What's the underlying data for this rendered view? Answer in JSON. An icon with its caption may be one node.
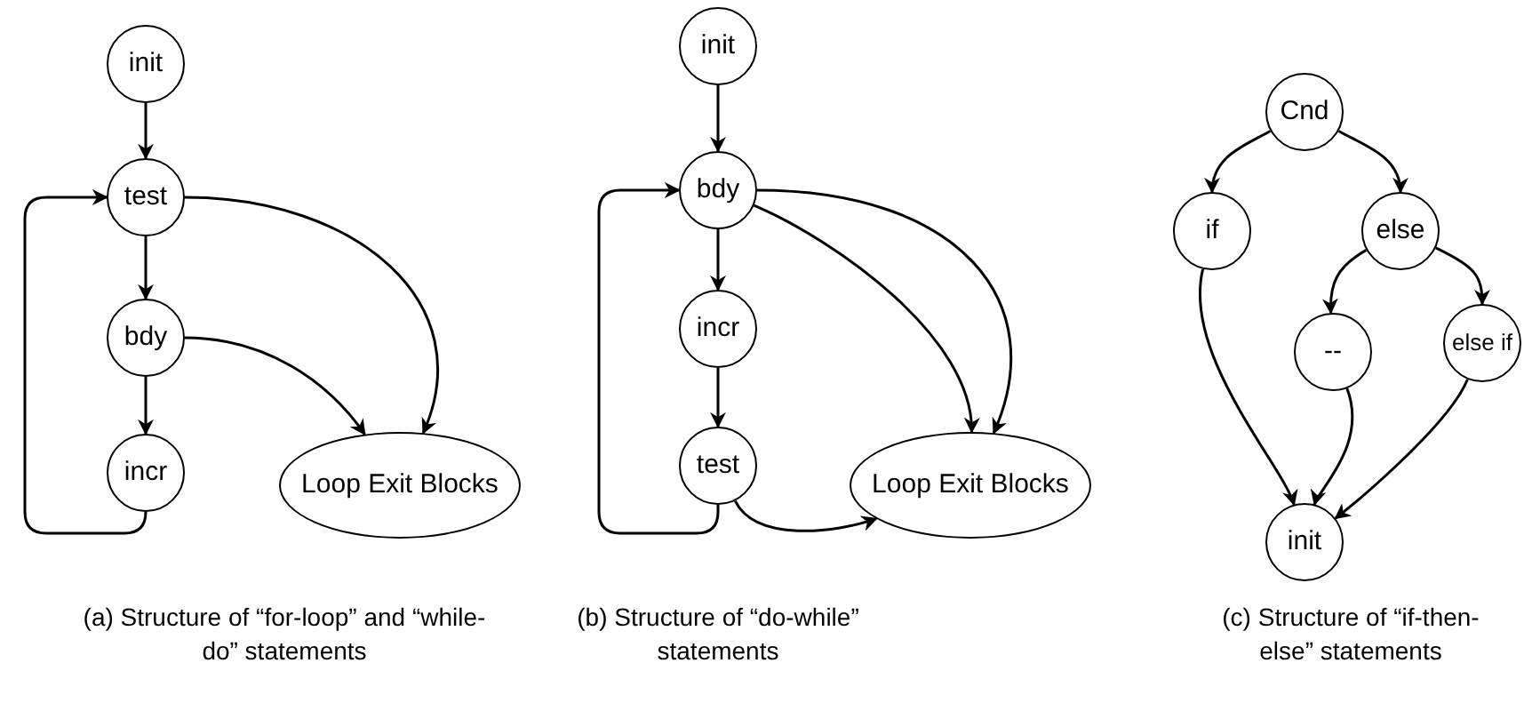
{
  "diagram": {
    "nodes": [
      {
        "text": [
          "init"
        ]
      },
      {
        "text": [
          "test"
        ]
      },
      {
        "text": [
          "bdy"
        ]
      },
      {
        "text": [
          "incr"
        ]
      },
      {
        "text": [
          "Loop Exit Blocks"
        ]
      },
      {
        "text": [
          "init"
        ]
      },
      {
        "text": [
          "bdy"
        ]
      },
      {
        "text": [
          "incr"
        ]
      },
      {
        "text": [
          "test"
        ]
      },
      {
        "text": [
          "Loop Exit Blocks"
        ]
      },
      {
        "text": [
          "Cnd"
        ]
      },
      {
        "text": [
          "if"
        ]
      },
      {
        "text": [
          "else"
        ]
      },
      {
        "text": [
          "--"
        ]
      },
      {
        "text": [
          "else if"
        ]
      },
      {
        "text": [
          "init"
        ]
      }
    ],
    "edges": [
      {
        "from": 0,
        "to": 1,
        "arrow": "to"
      },
      {
        "from": 1,
        "to": 2,
        "arrow": "to"
      },
      {
        "from": 2,
        "to": 3,
        "arrow": "to"
      },
      {
        "from": 3,
        "to": 1,
        "arrow": "to"
      },
      {
        "from": 1,
        "to": 4,
        "arrow": "to"
      },
      {
        "from": 2,
        "to": 4,
        "arrow": "to"
      },
      {
        "from": 5,
        "to": 6,
        "arrow": "to"
      },
      {
        "from": 6,
        "to": 7,
        "arrow": "to"
      },
      {
        "from": 7,
        "to": 8,
        "arrow": "to"
      },
      {
        "from": 8,
        "to": 6,
        "arrow": "to"
      },
      {
        "from": 6,
        "to": 9,
        "arrow": "to"
      },
      {
        "from": 6,
        "to": 9,
        "arrow": "to"
      },
      {
        "from": 8,
        "to": 9,
        "arrow": "to"
      },
      {
        "from": 10,
        "to": 11,
        "arrow": "to"
      },
      {
        "from": 10,
        "to": 12,
        "arrow": "to"
      },
      {
        "from": 12,
        "to": 13,
        "arrow": "to"
      },
      {
        "from": 12,
        "to": 14,
        "arrow": "to"
      },
      {
        "from": 11,
        "to": 15,
        "arrow": "to"
      },
      {
        "from": 13,
        "to": 15,
        "arrow": "to"
      },
      {
        "from": 14,
        "to": 15,
        "arrow": "to"
      }
    ],
    "labels": [
      "(a) Structure of “for-loop” and “while-do” statements",
      "(b) Structure of “do-while” statements",
      "(c) Structure of “if-then-else” statements"
    ]
  }
}
